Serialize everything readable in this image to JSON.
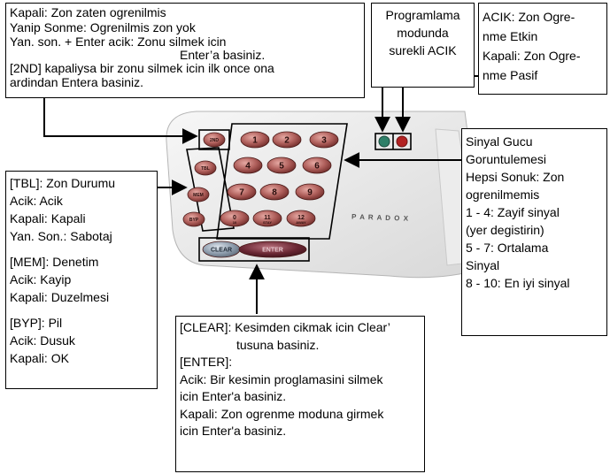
{
  "callouts": {
    "top_left": {
      "lines": [
        "Kapali: Zon zaten ogrenilmis",
        "Yanip Sonme: Ogrenilmis zon yok",
        "Yan. son. + Enter acik: Zonu silmek icin",
        "Enter’a basiniz.",
        "[2ND] kapaliysa bir zonu silmek icin ilk once ona",
        "ardindan Entera basiniz."
      ]
    },
    "programming": {
      "lines": [
        "Programlama",
        "modunda",
        "surekli ACIK"
      ]
    },
    "zone_learn": {
      "lines": [
        "ACIK: Zon Ogre-",
        "nme Etkin",
        "Kapali: Zon Ogre-",
        "nme Pasif"
      ]
    },
    "signal": {
      "lines": [
        "Sinyal Gucu",
        "Goruntulemesi",
        "Hepsi Sonuk: Zon",
        "ogrenilmemis",
        "1 - 4: Zayif sinyal",
        "(yer degistirin)",
        "5 - 7: Ortalama",
        "Sinyal",
        "8 - 10: En iyi sinyal"
      ]
    },
    "left": {
      "tbl": [
        "[TBL]: Zon Durumu",
        "Acik: Acik",
        "Kapali: Kapali",
        "Yan. Son.: Sabotaj"
      ],
      "mem": [
        "[MEM]: Denetim",
        "Acik: Kayip",
        "Kapali: Duzelmesi"
      ],
      "byp": [
        "[BYP]: Pil",
        "Acik: Dusuk",
        "Kapali: OK"
      ]
    },
    "bottom": {
      "lines": [
        "[CLEAR]: Kesimden cikmak icin Clear’",
        "tusuna basiniz.",
        "[ENTER]:",
        "Acik: Bir kesimin proglamasini silmek",
        "icin Enter'a basiniz.",
        "Kapali: Zon ogrenme moduna girmek",
        "icin Enter'a basiniz."
      ]
    }
  },
  "keypad": {
    "brand": "P A R A D O X",
    "function_keys": [
      "2ND",
      "TBL",
      "MEM",
      "BYP"
    ],
    "number_keys": [
      "1",
      "2",
      "3",
      "4",
      "5",
      "6",
      "7",
      "8",
      "9",
      "0",
      "11",
      "12"
    ],
    "number_key_sublabels": [
      "",
      "",
      "",
      "",
      "",
      "",
      "",
      "",
      "",
      "10",
      "STAY",
      "AWAY"
    ],
    "clear_label": "CLEAR",
    "enter_label": "ENTER",
    "colors": {
      "key": "#b0605c",
      "key_dark": "#6e2a28",
      "grey": "#8c9bab",
      "enter": "#6a2733",
      "led_green": "#2f7f68",
      "led_red": "#b22222"
    }
  }
}
